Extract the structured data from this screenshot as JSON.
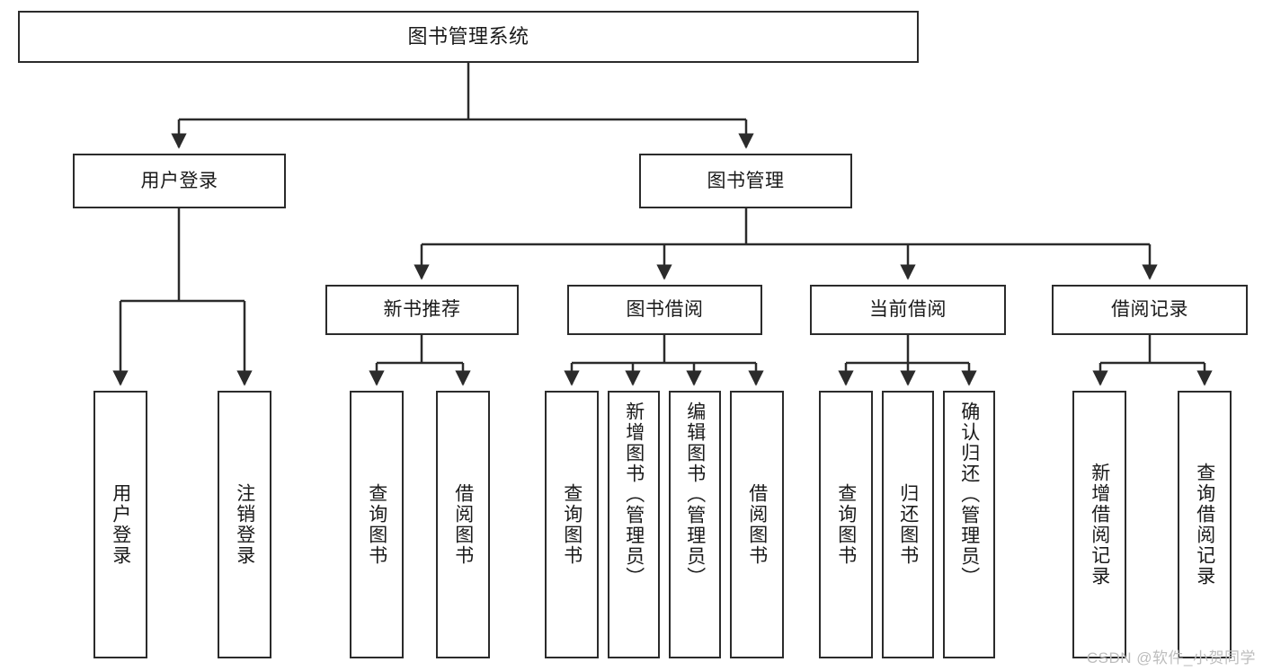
{
  "diagram": {
    "title": "图书管理系统",
    "watermark": "CSDN @软件_小贺同学",
    "accent_color": "#2b2b2b",
    "background_color": "#ffffff",
    "text_color": "#1a1a1a",
    "watermark_color": "#bdbdbd"
  },
  "nodes": {
    "root": {
      "label": "图书管理系统"
    },
    "level1": [
      {
        "label": "用户登录"
      },
      {
        "label": "图书管理"
      }
    ],
    "level2": [
      {
        "label": "新书推荐"
      },
      {
        "label": "图书借阅"
      },
      {
        "label": "当前借阅"
      },
      {
        "label": "借阅记录"
      }
    ],
    "leaves": {
      "user_login": [
        {
          "label": "用户登录"
        },
        {
          "label": "注销登录"
        }
      ],
      "new_book": [
        {
          "label": "查询图书"
        },
        {
          "label": "借阅图书"
        }
      ],
      "book_borrow": [
        {
          "label": "查询图书"
        },
        {
          "label": "新增图书（管理员）"
        },
        {
          "label": "编辑图书（管理员）"
        },
        {
          "label": "借阅图书"
        }
      ],
      "current_borrow": [
        {
          "label": "查询图书"
        },
        {
          "label": "归还图书"
        },
        {
          "label": "确认归还（管理员）"
        }
      ],
      "borrow_record": [
        {
          "label": "新增借阅记录"
        },
        {
          "label": "查询借阅记录"
        }
      ]
    }
  },
  "chart_data": {
    "type": "diagram",
    "diagram_kind": "tree / functional-structure-chart",
    "orientation": "top-down",
    "title": "图书管理系统",
    "levels": 4,
    "tree": {
      "name": "图书管理系统",
      "children": [
        {
          "name": "用户登录",
          "children": [
            {
              "name": "用户登录"
            },
            {
              "name": "注销登录"
            }
          ]
        },
        {
          "name": "图书管理",
          "children": [
            {
              "name": "新书推荐",
              "children": [
                {
                  "name": "查询图书"
                },
                {
                  "name": "借阅图书"
                }
              ]
            },
            {
              "name": "图书借阅",
              "children": [
                {
                  "name": "查询图书"
                },
                {
                  "name": "新增图书（管理员）"
                },
                {
                  "name": "编辑图书（管理员）"
                },
                {
                  "name": "借阅图书"
                }
              ]
            },
            {
              "name": "当前借阅",
              "children": [
                {
                  "name": "查询图书"
                },
                {
                  "name": "归还图书"
                },
                {
                  "name": "确认归还（管理员）"
                }
              ]
            },
            {
              "name": "借阅记录",
              "children": [
                {
                  "name": "新增借阅记录"
                },
                {
                  "name": "查询借阅记录"
                }
              ]
            }
          ]
        }
      ]
    }
  }
}
